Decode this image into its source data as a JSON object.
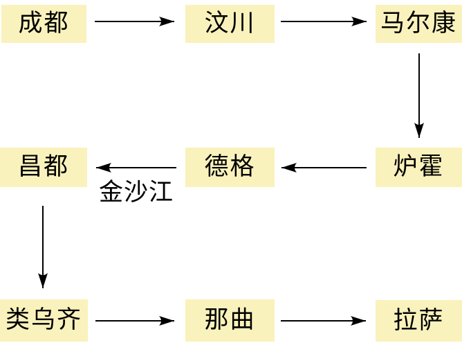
{
  "diagram": {
    "river_label": "金沙江",
    "colors": {
      "node_bg": "#faf2bc",
      "arrow": "#000000",
      "text": "#000000",
      "background": "#ffffff"
    },
    "nodes": [
      {
        "id": "chengdu",
        "label": "成都"
      },
      {
        "id": "wenchuan",
        "label": "汶川"
      },
      {
        "id": "maerkang",
        "label": "马尔康"
      },
      {
        "id": "changdu",
        "label": "昌都"
      },
      {
        "id": "dege",
        "label": "德格"
      },
      {
        "id": "luhuo",
        "label": "炉霍"
      },
      {
        "id": "leiwuqi",
        "label": "类乌齐"
      },
      {
        "id": "naqu",
        "label": "那曲"
      },
      {
        "id": "lasa",
        "label": "拉萨"
      }
    ],
    "edges": [
      {
        "from": "成都",
        "to": "汶川"
      },
      {
        "from": "汶川",
        "to": "马尔康"
      },
      {
        "from": "马尔康",
        "to": "炉霍"
      },
      {
        "from": "炉霍",
        "to": "德格"
      },
      {
        "from": "德格",
        "to": "昌都",
        "label": "金沙江"
      },
      {
        "from": "昌都",
        "to": "类乌齐"
      },
      {
        "from": "类乌齐",
        "to": "那曲"
      },
      {
        "from": "那曲",
        "to": "拉萨"
      }
    ]
  }
}
